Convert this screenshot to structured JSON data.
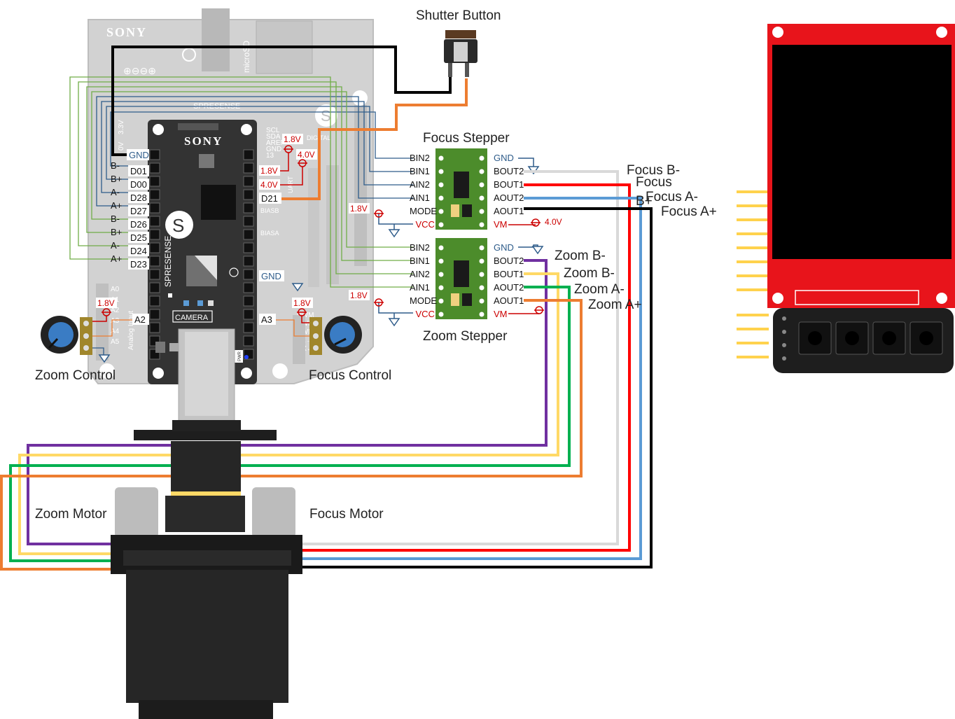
{
  "labels": {
    "shutter_button": "Shutter Button",
    "focus_stepper": "Focus Stepper",
    "zoom_stepper": "Zoom Stepper",
    "zoom_control": "Zoom Control",
    "focus_control": "Focus Control",
    "zoom_motor": "Zoom Motor",
    "focus_motor": "Focus Motor"
  },
  "board_text": {
    "sony": "SONY",
    "spresense": "SPRESENSE",
    "camera": "CAMERA",
    "microsd": "microSD",
    "analog_input": "Analog Input",
    "ext_symbols": "⊕⊖⊖⊕",
    "small_header": [
      "SCL",
      "SDA",
      "AREF",
      "GND",
      "13"
    ],
    "digital": "DIGITAL",
    "uart": "UART",
    "biasb": "BIASB",
    "biasa": "BIASA",
    "v33": "3.3V",
    "v0": "0V",
    "pwr": "PWR",
    "a_pins": [
      "A0",
      "A1",
      "A2",
      "A3",
      "A4",
      "A5"
    ],
    "pwm": [
      "PWM",
      "PWM",
      "PWM",
      "TX→1",
      "RX←0"
    ]
  },
  "main_pins": {
    "gnd": "GND",
    "left": [
      "D01",
      "D00",
      "D28",
      "D27",
      "D26",
      "D25",
      "D24",
      "D23"
    ],
    "right": "D21",
    "a2": "A2",
    "a3": "A3",
    "gnd2": "GND"
  },
  "ext_side_labels": [
    "B-",
    "B+",
    "A-",
    "A+",
    "B-",
    "B+",
    "A-",
    "A+"
  ],
  "voltages": {
    "v18": "1.8V",
    "v40": "4.0V"
  },
  "stepper_pins": {
    "left": [
      "BIN2",
      "BIN1",
      "AIN2",
      "AIN1",
      "MODE",
      "VCC"
    ],
    "right": [
      "GND",
      "BOUT2",
      "BOUT1",
      "AOUT2",
      "AOUT1",
      "VM"
    ]
  },
  "focus_wire_labels": [
    "Focus B-",
    "Focus",
    "B+",
    "Focus A-",
    "Focus A+"
  ],
  "zoom_wire_labels": [
    "Zoom B-",
    "Zoom B-",
    "Zoom A-",
    "Zoom A+"
  ],
  "colors": {
    "purple": "#7030a0",
    "yellow": "#ffd966",
    "green": "#00b050",
    "orange": "#ed7d31",
    "grey": "#d9d9d9",
    "red": "#ff0000",
    "blue": "#5b9bd5",
    "black": "#000000",
    "board_bg": "#d0d0d0",
    "module_green": "#4c8c2b",
    "lcd_red": "#e8141b",
    "signal_blue": "#2e5c8a",
    "signal_green": "#70ad47"
  }
}
